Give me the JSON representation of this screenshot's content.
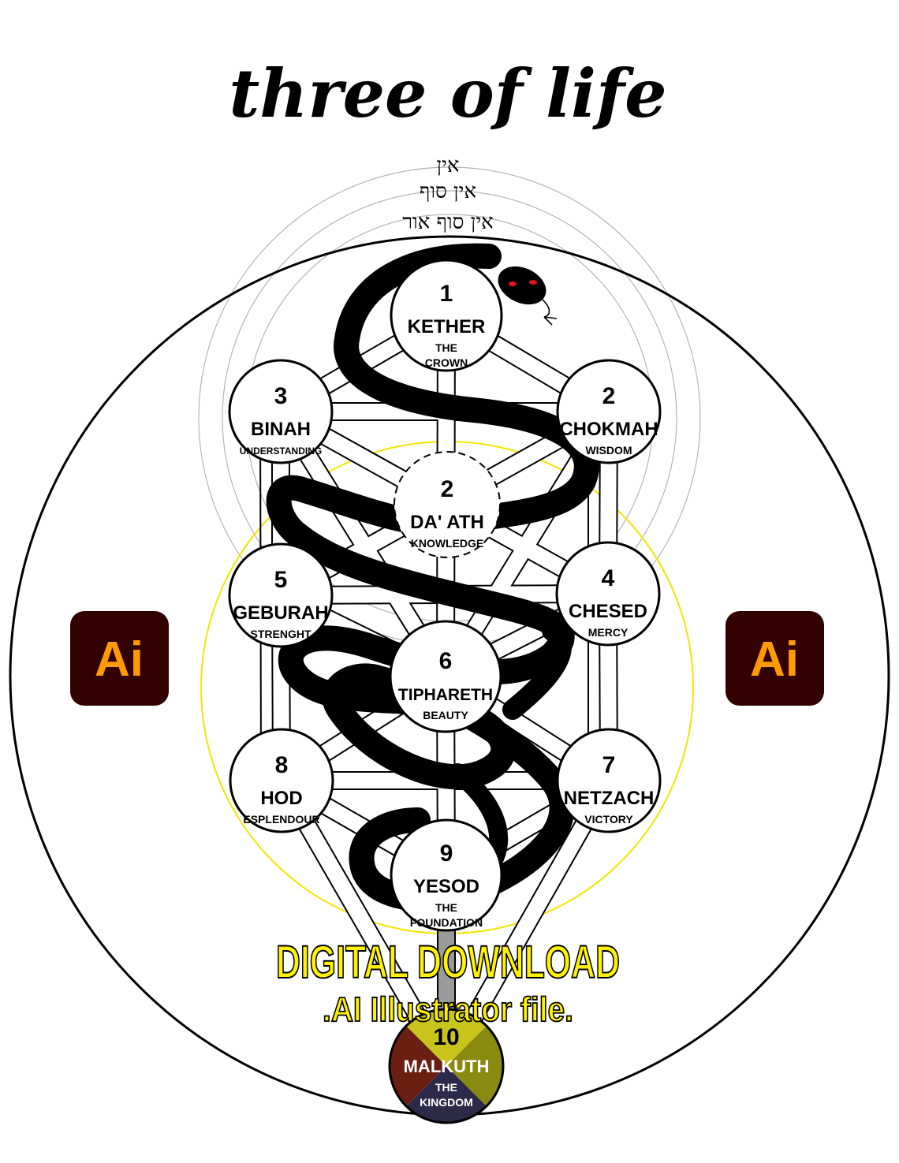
{
  "title": "three of life",
  "hebrew": [
    "אין",
    "אין סוף",
    "אין סוף אור"
  ],
  "sephirot": [
    {
      "id": "kether",
      "number": "1",
      "name": "KETHER",
      "sub": [
        "THE",
        "CROWN"
      ]
    },
    {
      "id": "chokmah",
      "number": "2",
      "name": "CHOKMAH",
      "sub": [
        "WISDOM"
      ]
    },
    {
      "id": "binah",
      "number": "3",
      "name": "BINAH",
      "sub": [
        "UNDERSTANDING"
      ]
    },
    {
      "id": "daath",
      "number": "2",
      "name": "DA' ATH",
      "sub": [
        "KNOWLEDGE"
      ]
    },
    {
      "id": "chesed",
      "number": "4",
      "name": "CHESED",
      "sub": [
        "MERCY"
      ]
    },
    {
      "id": "geburah",
      "number": "5",
      "name": "GEBURAH",
      "sub": [
        "STRENGHT"
      ]
    },
    {
      "id": "tiphareth",
      "number": "6",
      "name": "TIPHARETH",
      "sub": [
        "BEAUTY"
      ]
    },
    {
      "id": "netzach",
      "number": "7",
      "name": "NETZACH",
      "sub": [
        "VICTORY"
      ]
    },
    {
      "id": "hod",
      "number": "8",
      "name": "HOD",
      "sub": [
        "ESPLENDOUR"
      ]
    },
    {
      "id": "yesod",
      "number": "9",
      "name": "YESOD",
      "sub": [
        "THE",
        "FOUNDATION"
      ]
    },
    {
      "id": "malkuth",
      "number": "10",
      "name": "MALKUTH",
      "sub": [
        "THE",
        "KINGDOM"
      ]
    }
  ],
  "banner": {
    "line1": "DIGITAL DOWNLOAD",
    "line2": ".AI Illustrator file."
  },
  "badge": {
    "label": "Ai",
    "bg": "#330000",
    "fg": "#FF9A00"
  },
  "colors": {
    "accent_yellow": "#FFF200",
    "halo_yellow": "#F2E600",
    "serpent": "#000000",
    "eye": "#E0141E"
  },
  "malkuth_quadrants": [
    "#6B1E12",
    "#8A8A10",
    "#2C2A48",
    "#C9C41C"
  ]
}
